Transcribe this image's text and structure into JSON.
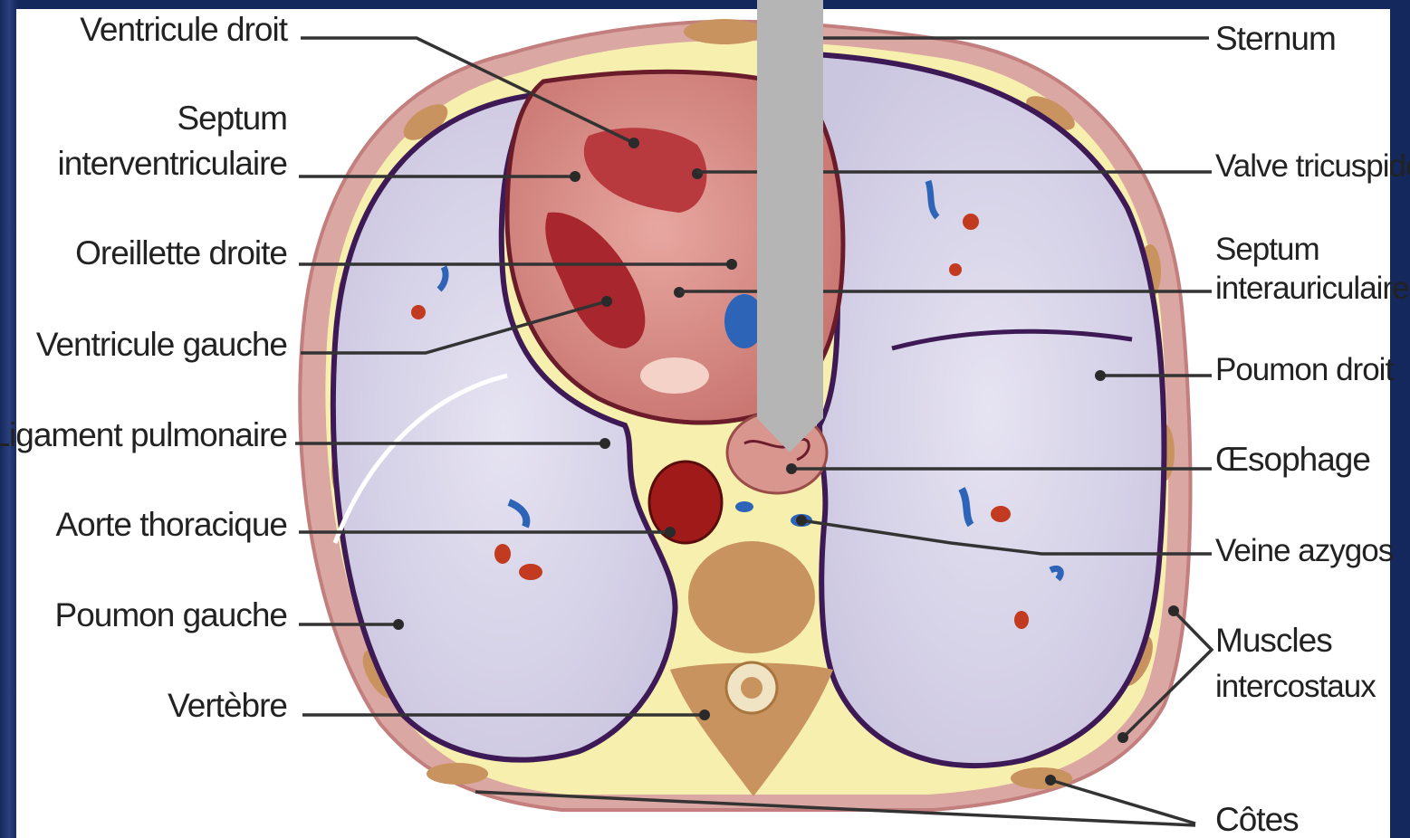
{
  "diagram": {
    "left_labels": [
      {
        "id": "ventricule-droit",
        "text": "Ventricule droit"
      },
      {
        "id": "septum-interventriculaire-1",
        "text": "Septum"
      },
      {
        "id": "septum-interventriculaire-2",
        "text": "interventriculaire"
      },
      {
        "id": "oreillette-droite",
        "text": "Oreillette droite"
      },
      {
        "id": "ventricule-gauche",
        "text": "Ventricule gauche"
      },
      {
        "id": "ligament-pulmonaire",
        "text": "Ligament pulmonaire"
      },
      {
        "id": "aorte-thoracique",
        "text": "Aorte thoracique"
      },
      {
        "id": "poumon-gauche",
        "text": "Poumon gauche"
      },
      {
        "id": "vertebre",
        "text": "Vertèbre"
      }
    ],
    "right_labels": [
      {
        "id": "sternum",
        "text": "Sternum"
      },
      {
        "id": "valve-tricuspide",
        "text": "Valve tricuspide"
      },
      {
        "id": "septum-interauriculaire-1",
        "text": "Septum"
      },
      {
        "id": "septum-interauriculaire-2",
        "text": "interauriculaire"
      },
      {
        "id": "poumon-droit",
        "text": "Poumon droit"
      },
      {
        "id": "oesophage",
        "text": "Œsophage"
      },
      {
        "id": "veine-azygos",
        "text": "Veine azygos"
      },
      {
        "id": "muscles-intercostaux-1",
        "text": "Muscles"
      },
      {
        "id": "muscles-intercostaux-2",
        "text": "intercostaux"
      },
      {
        "id": "cotes",
        "text": "Côtes"
      }
    ]
  },
  "colors": {
    "frame": "#1c2f66",
    "lung": "#d9d6ea",
    "lung_outline": "#3d1a55",
    "fat": "#f6efae",
    "muscle": "#d9a5a0",
    "bone": "#c8935e",
    "heart": "#d98a8a",
    "aorta": "#a01a1a",
    "vein": "#2d64b8",
    "pointer": "#b5b5b5"
  },
  "pointer": {
    "kind": "down-arrow",
    "icon": "arrow-down-icon"
  }
}
